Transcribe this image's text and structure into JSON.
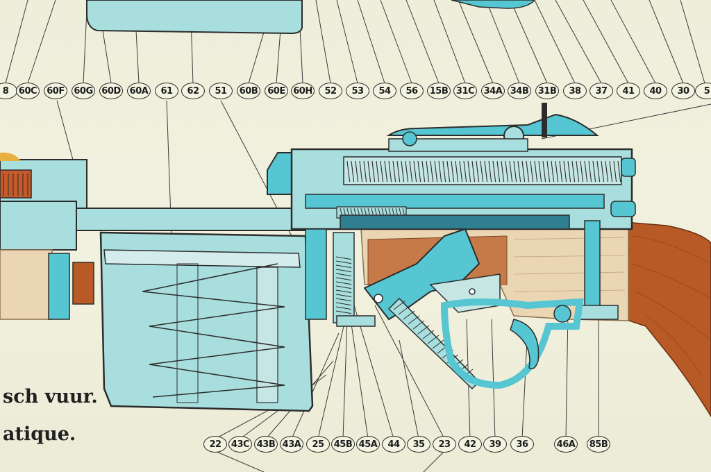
{
  "callouts_top": [
    "8",
    "60C",
    "60F",
    "60G",
    "60D",
    "60A",
    "61",
    "62",
    "51",
    "60B",
    "60E",
    "60H",
    "52",
    "53",
    "54",
    "56",
    "15B",
    "31C",
    "34A",
    "34B",
    "31B",
    "38",
    "37",
    "41",
    "40",
    "30",
    "5"
  ],
  "callouts_bottom": [
    "22",
    "43C",
    "43B",
    "43A",
    "25",
    "45B",
    "45A",
    "44",
    "35",
    "23",
    "42",
    "39",
    "36",
    "46A",
    "85B"
  ],
  "captions": [
    "sch vuur.",
    "atique."
  ],
  "colors": {
    "paper": "#efefdc",
    "steel_blue": "#56c6d2",
    "steel_light": "#a9dede",
    "wood_light": "#ead6b3",
    "wood_dark": "#b85a26",
    "ink": "#2c2c2c"
  }
}
